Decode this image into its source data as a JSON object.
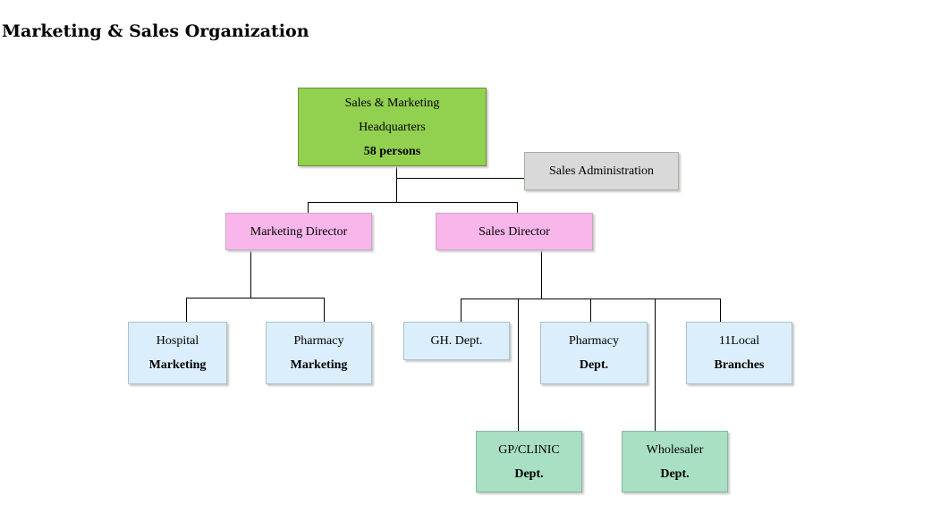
{
  "page": {
    "title": "Marketing & Sales Organization"
  },
  "org_chart": {
    "headquarters": {
      "line1": "Sales & Marketing",
      "line2": "Headquarters",
      "line3": "58 persons"
    },
    "sales_admin": {
      "label": "Sales Administration"
    },
    "marketing_director": {
      "label": "Marketing Director"
    },
    "sales_director": {
      "label": "Sales Director"
    },
    "hospital_marketing": {
      "line1": "Hospital",
      "line2": "Marketing"
    },
    "pharmacy_marketing": {
      "line1": "Pharmacy",
      "line2": "Marketing"
    },
    "gh_dept": {
      "label": "GH. Dept."
    },
    "pharmacy_dept": {
      "line1": "Pharmacy",
      "line2": "Dept."
    },
    "local_branches": {
      "line1": "11Local",
      "line2": "Branches"
    },
    "gp_clinic_dept": {
      "line1": "GP/CLINIC",
      "line2": "Dept."
    },
    "wholesaler_dept": {
      "line1": "Wholesaler",
      "line2": "Dept."
    }
  },
  "colors": {
    "headquarters": "#92d050",
    "administration": "#d9d9d9",
    "directors": "#f8b6ea",
    "departments": "#dbeefb",
    "lower_departments": "#a9dfc3"
  }
}
